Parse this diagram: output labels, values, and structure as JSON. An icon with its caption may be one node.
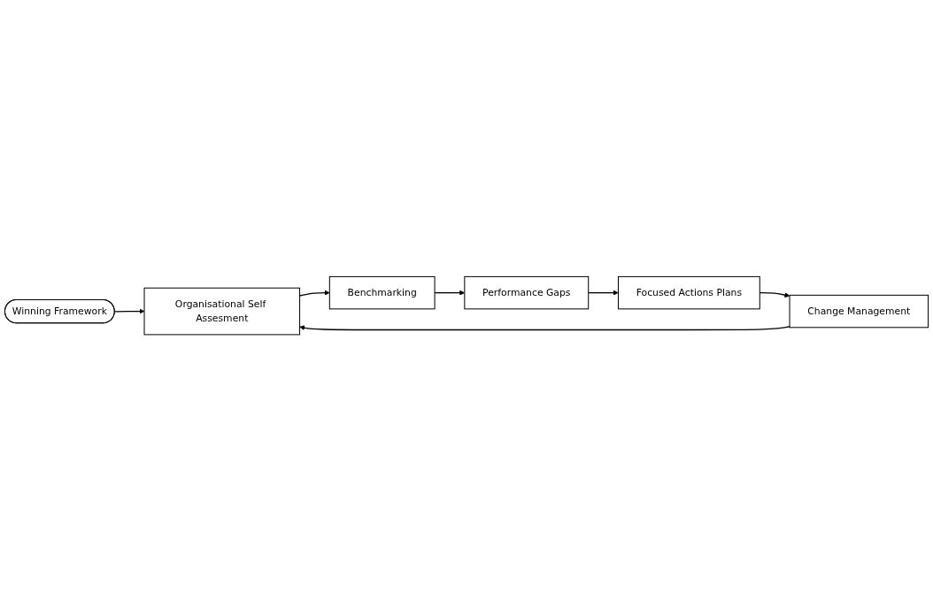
{
  "diagram": {
    "nodes": [
      {
        "text": [
          "Winning Framework"
        ]
      },
      {
        "text": [
          "Organisational Self Assesment"
        ]
      },
      {
        "text": [
          "Benchmarking"
        ]
      },
      {
        "text": [
          "Performance Gaps"
        ]
      },
      {
        "text": [
          "Focused Actions Plans"
        ]
      },
      {
        "text": [
          "Change Management"
        ]
      }
    ],
    "edges": [
      {
        "from": 0,
        "to": 1,
        "arrow": "to"
      },
      {
        "from": 1,
        "to": 2,
        "arrow": "to"
      },
      {
        "from": 2,
        "to": 3,
        "arrow": "to"
      },
      {
        "from": 3,
        "to": 4,
        "arrow": "to"
      },
      {
        "from": 4,
        "to": 5,
        "arrow": "to"
      },
      {
        "from": 5,
        "to": 1,
        "arrow": "to"
      }
    ]
  }
}
